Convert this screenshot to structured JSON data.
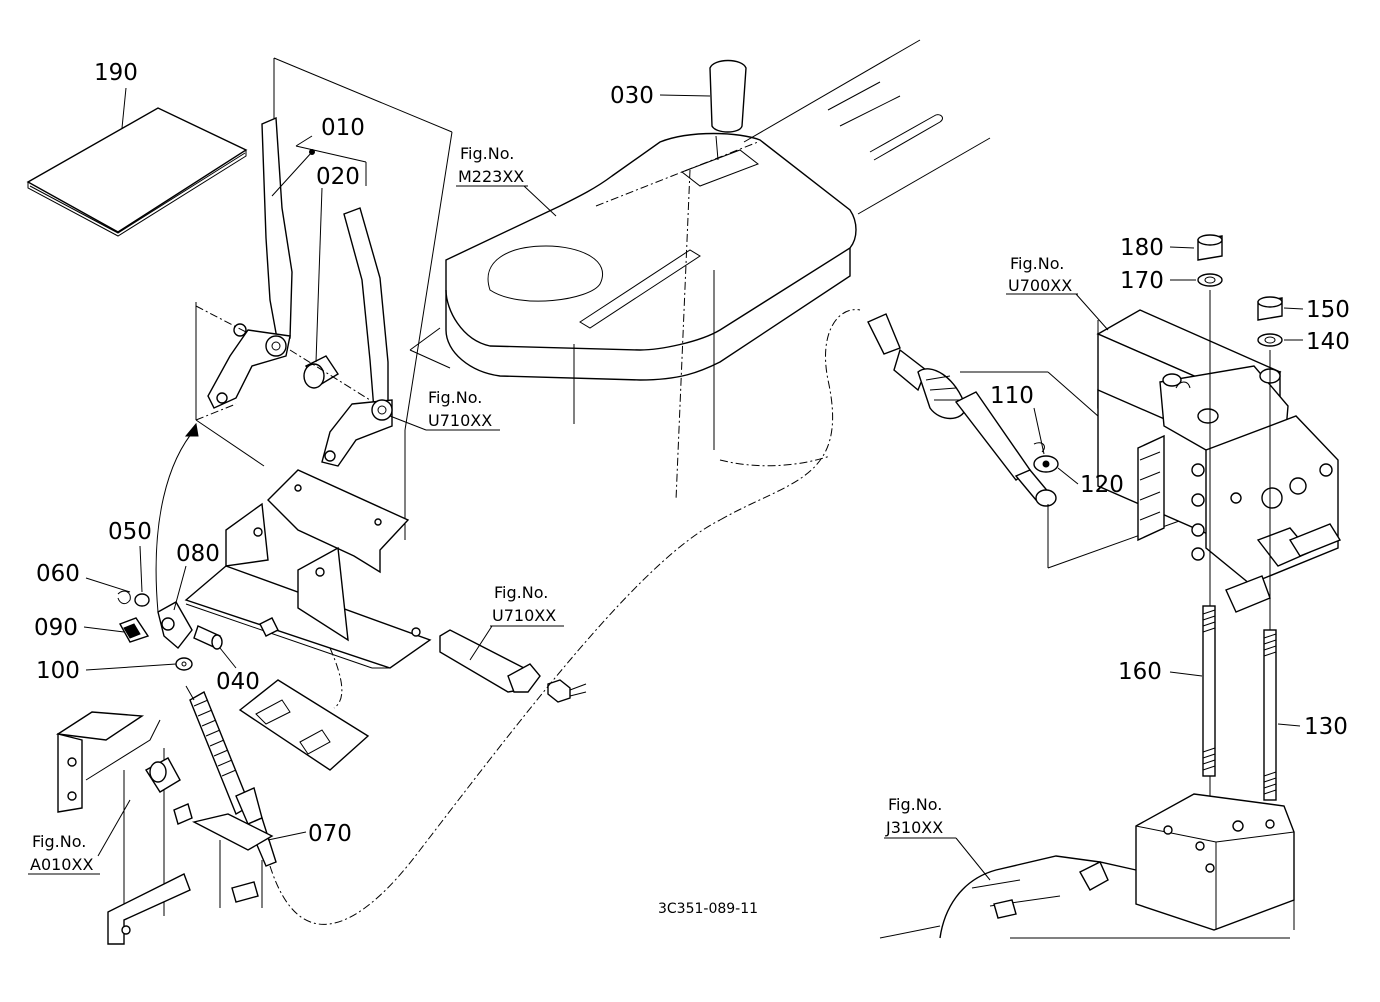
{
  "drawing_code": "3C351-089-11",
  "fig_prefix": "Fig.No.",
  "figure_refs": {
    "m223": "M223XX",
    "u710_upper": "U710XX",
    "u710_lower": "U710XX",
    "u700": "U700XX",
    "a010": "A010XX",
    "j310": "J310XX"
  },
  "parts": {
    "p010": "010",
    "p020": "020",
    "p030": "030",
    "p040": "040",
    "p050": "050",
    "p060": "060",
    "p070": "070",
    "p080": "080",
    "p090": "090",
    "p100": "100",
    "p110": "110",
    "p120": "120",
    "p130": "130",
    "p140": "140",
    "p150": "150",
    "p160": "160",
    "p170": "170",
    "p180": "180",
    "p190": "190"
  }
}
